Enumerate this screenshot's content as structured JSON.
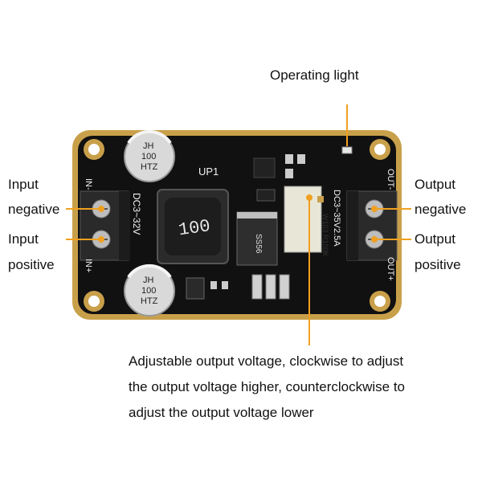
{
  "labels": {
    "operating_light": "Operating light",
    "input_negative_1": "Input",
    "input_negative_2": "negative",
    "input_positive_1": "Input",
    "input_positive_2": "positive",
    "output_negative_1": "Output",
    "output_negative_2": "negative",
    "output_positive_1": "Output",
    "output_positive_2": "positive",
    "adjust_line1": "Adjustable output voltage, clockwise to adjust",
    "adjust_line2": "the output voltage higher, counterclockwise to",
    "adjust_line3": "adjust the output voltage lower"
  },
  "board": {
    "module_name": "UP1",
    "input_range": "DC3~32V",
    "output_range": "DC3~35V2.5A",
    "in_neg": "IN-",
    "in_pos": "IN+",
    "out_neg": "OUT-",
    "out_pos": "OUT+",
    "inductor_code": "100",
    "cap_line1": "JH",
    "cap_line2": "100",
    "cap_line3": "HTZ",
    "diode_code": "SS56",
    "pot_code": "W103 R100K"
  },
  "colors": {
    "pcb": "#111111",
    "pcb_edge": "#c9a04a",
    "annotation_line": "#f0a020",
    "terminal": "#2a2a2a",
    "silkscreen": "#f2f2f2"
  }
}
